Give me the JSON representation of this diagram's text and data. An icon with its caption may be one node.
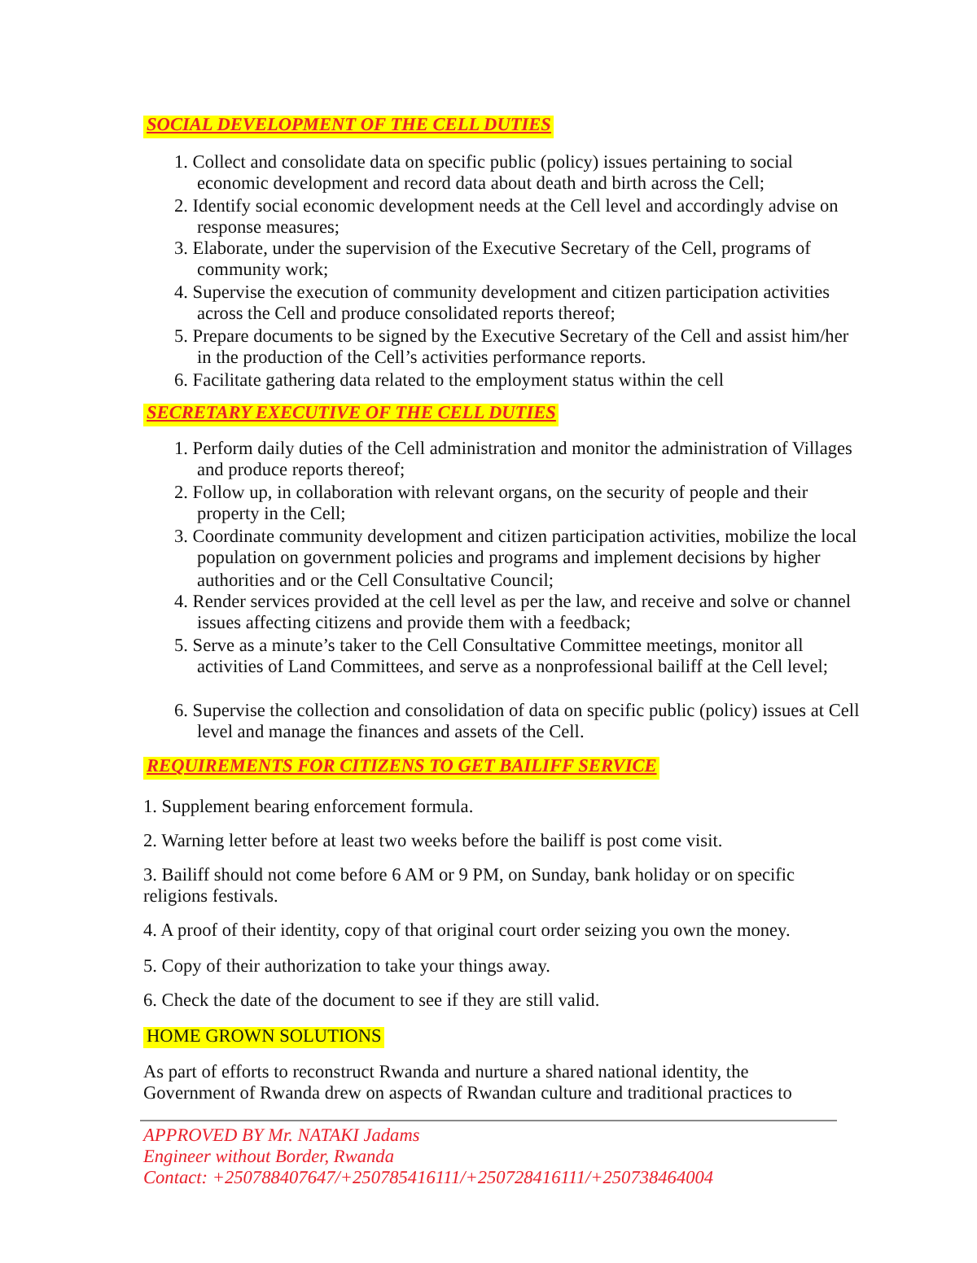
{
  "diagram": {
    "labels": [
      "SOCIAL DEVELOPMENT OF THE CELL DUTIES",
      "1. Collect and consolidate data on specific public (policy) issues pertaining to social economic development and record data about death and birth across the Cell;",
      "2. Identify social economic development needs at the Cell level and accordingly advise on response measures;",
      "3. Elaborate, under the supervision of the Executive Secretary of the Cell, programs of community work;",
      "4. Supervise the execution of community development and citizen participation activities across the Cell and produce consolidated reports thereof;",
      "5. Prepare documents to be signed by the Executive Secretary of the Cell and assist him/her in the production of the Cell’s activities performance reports.",
      "6. Facilitate gathering data related to the employment status within the cell",
      "SECRETARY EXECUTIVE OF THE CELL DUTIES",
      "1. Perform daily duties of the Cell administration and monitor the administration of Villages and produce reports thereof;",
      "2. Follow up, in collaboration with relevant organs, on the security of people and their property in the Cell;",
      "3. Coordinate community development and citizen participation activities, mobilize the local population on government policies and programs and implement decisions by higher authorities and or the Cell Consultative Council;",
      "4. Render services provided at the cell level as per the law, and receive and solve or channel issues affecting citizens and provide them with a feedback;",
      "5. Serve as a minute’s taker to the Cell Consultative Committee meetings, monitor all activities of Land Committees, and serve as a nonprofessional bailiff at the Cell level;",
      "6. Supervise the collection and consolidation of data on specific public (policy) issues at Cell level and manage the finances and assets of the Cell.",
      "REQUIREMENTS FOR CITIZENS TO GET BAILIFF  SERVICE",
      "1. Supplement bearing enforcement formula.",
      "2. Warning letter before at least two weeks before the bailiff is post come visit.",
      "3. Bailiff should not come before 6 AM or 9 PM, on Sunday, bank holiday or on specific religions festivals.",
      "4. A proof of their identity, copy of that original court order seizing you own the money.",
      "5. Copy of their authorization to take your things away.",
      "6. Check the date of the document to see if they are still valid.",
      "HOME GROWN SOLUTIONS",
      "As part of efforts to reconstruct Rwanda and nurture a shared national identity, the Government of Rwanda drew on aspects of Rwandan culture and traditional practices to",
      "APPROVED BY Mr. NATAKI Jadams",
      "Engineer without Border, Rwanda",
      "Contact: +250788407647/+250785416111/+250728416111/+250738464004"
    ]
  }
}
